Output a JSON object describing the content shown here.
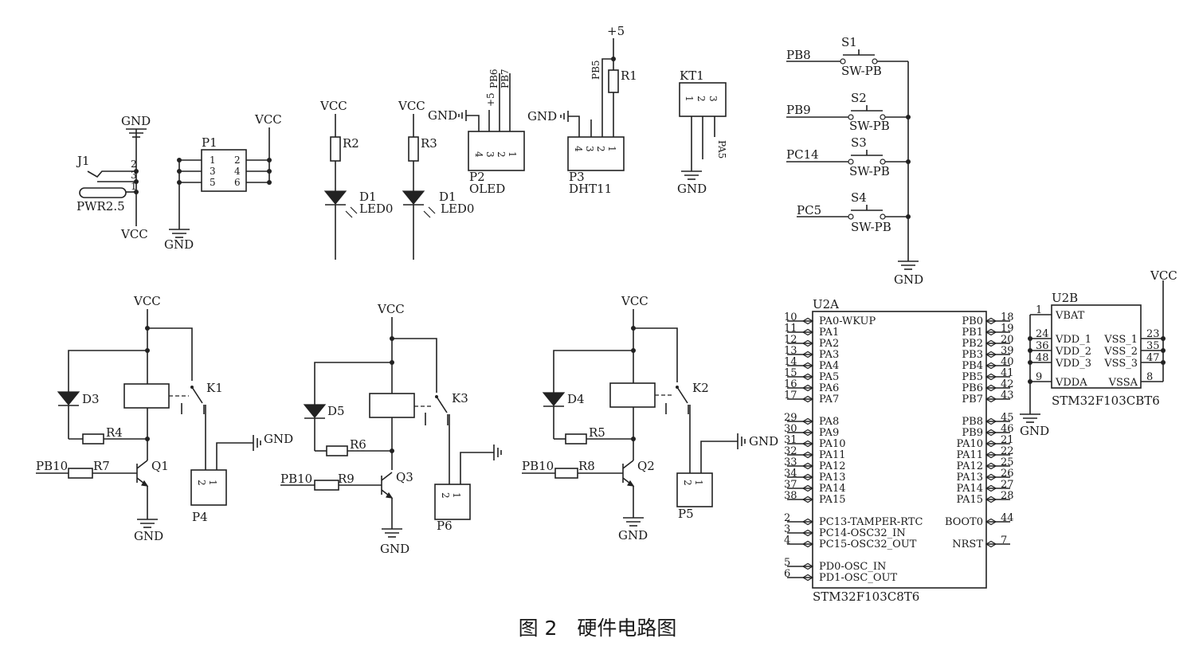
{
  "caption": "图 2　硬件电路图",
  "power": {
    "gnd": "GND",
    "vcc": "VCC",
    "plus5": "+5"
  },
  "connectors": {
    "j1": {
      "ref": "J1",
      "value": "PWR2.5",
      "pins": [
        "2",
        "3",
        "1"
      ]
    },
    "p1": {
      "ref": "P1",
      "pins": [
        "1",
        "2",
        "3",
        "4",
        "5",
        "6"
      ]
    },
    "p2": {
      "ref": "P2",
      "value": "OLED",
      "pins": [
        "4",
        "3",
        "2",
        "1"
      ],
      "signals": [
        "+5",
        "PB6",
        "PB7"
      ]
    },
    "p3": {
      "ref": "P3",
      "value": "DHT11",
      "pins": [
        "4",
        "3",
        "2",
        "1"
      ],
      "signals": [
        "PB5"
      ]
    },
    "kt1": {
      "ref": "KT1",
      "pins": [
        "1",
        "2",
        "3"
      ],
      "signal": "PA5"
    },
    "p4": {
      "ref": "P4",
      "pins": [
        "2",
        "1"
      ]
    },
    "p5": {
      "ref": "P5",
      "pins": [
        "2",
        "1"
      ]
    },
    "p6": {
      "ref": "P6",
      "pins": [
        "2",
        "1"
      ]
    }
  },
  "leds": [
    {
      "resistor": "R2",
      "diode": "D1",
      "value": "LED0"
    },
    {
      "resistor": "R3",
      "diode": "D1",
      "value": "LED0"
    }
  ],
  "r1": "R1",
  "switches": [
    {
      "signal": "PB8",
      "ref": "S1",
      "value": "SW-PB"
    },
    {
      "signal": "PB9",
      "ref": "S2",
      "value": "SW-PB"
    },
    {
      "signal": "PC14",
      "ref": "S3",
      "value": "SW-PB"
    },
    {
      "signal": "PC5",
      "ref": "S4",
      "value": "SW-PB"
    }
  ],
  "relays": [
    {
      "diode": "D3",
      "relay": "K1",
      "rb": "R4",
      "rin": "R7",
      "signal": "PB10",
      "transistor": "Q1"
    },
    {
      "diode": "D5",
      "relay": "K3",
      "rb": "R6",
      "rin": "R9",
      "signal": "PB10",
      "transistor": "Q3"
    },
    {
      "diode": "D4",
      "relay": "K2",
      "rb": "R5",
      "rin": "R8",
      "signal": "PB10",
      "transistor": "Q2"
    }
  ],
  "u2a": {
    "ref": "U2A",
    "part": "STM32F103C8T6",
    "left_pins": [
      {
        "num": "10",
        "name": "PA0-WKUP"
      },
      {
        "num": "11",
        "name": "PA1"
      },
      {
        "num": "12",
        "name": "PA2"
      },
      {
        "num": "13",
        "name": "PA3"
      },
      {
        "num": "14",
        "name": "PA4"
      },
      {
        "num": "15",
        "name": "PA5"
      },
      {
        "num": "16",
        "name": "PA6"
      },
      {
        "num": "17",
        "name": "PA7"
      },
      {
        "num": "29",
        "name": "PA8"
      },
      {
        "num": "30",
        "name": "PA9"
      },
      {
        "num": "31",
        "name": "PA10"
      },
      {
        "num": "32",
        "name": "PA11"
      },
      {
        "num": "33",
        "name": "PA12"
      },
      {
        "num": "34",
        "name": "PA13"
      },
      {
        "num": "37",
        "name": "PA14"
      },
      {
        "num": "38",
        "name": "PA15"
      },
      {
        "num": "2",
        "name": "PC13-TAMPER-RTC"
      },
      {
        "num": "3",
        "name": "PC14-OSC32_IN"
      },
      {
        "num": "4",
        "name": "PC15-OSC32_OUT"
      },
      {
        "num": "5",
        "name": "PD0-OSC_IN"
      },
      {
        "num": "6",
        "name": "PD1-OSC_OUT"
      }
    ],
    "right_pins": [
      {
        "num": "18",
        "name": "PB0"
      },
      {
        "num": "19",
        "name": "PB1"
      },
      {
        "num": "20",
        "name": "PB2"
      },
      {
        "num": "39",
        "name": "PB3"
      },
      {
        "num": "40",
        "name": "PB4"
      },
      {
        "num": "41",
        "name": "PB5"
      },
      {
        "num": "42",
        "name": "PB6"
      },
      {
        "num": "43",
        "name": "PB7"
      },
      {
        "num": "45",
        "name": "PB8"
      },
      {
        "num": "46",
        "name": "PB9"
      },
      {
        "num": "21",
        "name": "PA10"
      },
      {
        "num": "22",
        "name": "PA11"
      },
      {
        "num": "25",
        "name": "PA12"
      },
      {
        "num": "26",
        "name": "PA13"
      },
      {
        "num": "27",
        "name": "PA14"
      },
      {
        "num": "28",
        "name": "PA15"
      },
      {
        "num": "44",
        "name": "BOOT0"
      },
      {
        "num": "7",
        "name": "NRST"
      }
    ]
  },
  "u2b": {
    "ref": "U2B",
    "part": "STM32F103CBT6",
    "left_pins": [
      {
        "num": "1",
        "name": "VBAT"
      },
      {
        "num": "24",
        "name": "VDD_1"
      },
      {
        "num": "36",
        "name": "VDD_2"
      },
      {
        "num": "48",
        "name": "VDD_3"
      },
      {
        "num": "9",
        "name": "VDDA"
      }
    ],
    "right_pins": [
      {
        "num": "23",
        "name": "VSS_1"
      },
      {
        "num": "35",
        "name": "VSS_2"
      },
      {
        "num": "47",
        "name": "VSS_3"
      },
      {
        "num": "8",
        "name": "VSSA"
      }
    ]
  }
}
